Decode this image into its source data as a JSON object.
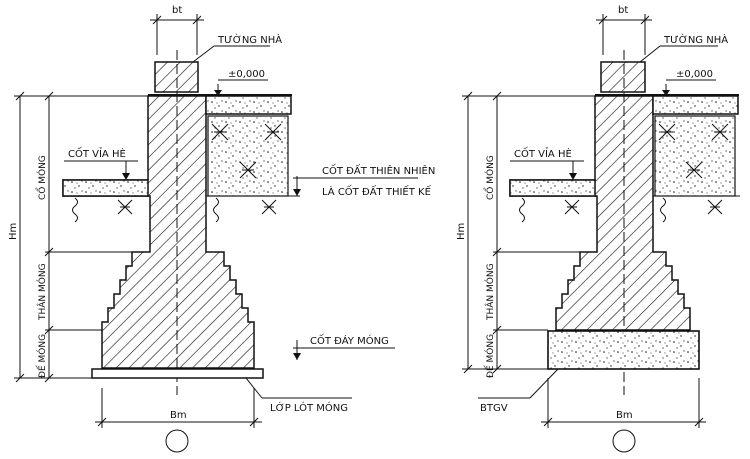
{
  "left": {
    "wall_label": "TƯỜNG NHÀ",
    "width_label": "bt",
    "level_label": "±0,000",
    "curb_label": "CỐT VỈA HÈ",
    "ground_label_1": "CỐT ĐẤT THIÊN NHIÊN",
    "ground_label_2": "LÀ CỐT ĐẤT THIẾT KẾ",
    "bottom_level_label": "CỐT ĐÁY MÓNG",
    "lining_label": "LỚP LÓT MÓNG",
    "height_label": "Hm",
    "neck_label": "CỔ MÓNG",
    "body_label": "THÂN MÓNG",
    "base_label": "ĐẾ MÓNG",
    "base_width_label": "Bm"
  },
  "right": {
    "wall_label": "TƯỜNG NHÀ",
    "width_label": "bt",
    "level_label": "±0,000",
    "curb_label": "CỐT VỈA HÈ",
    "height_label": "Hm",
    "neck_label": "CỔ MÓNG",
    "body_label": "THÂN MÓNG",
    "base_label": "ĐẾ MÓNG",
    "base_width_label": "Bm",
    "concrete_label": "BTGV"
  }
}
